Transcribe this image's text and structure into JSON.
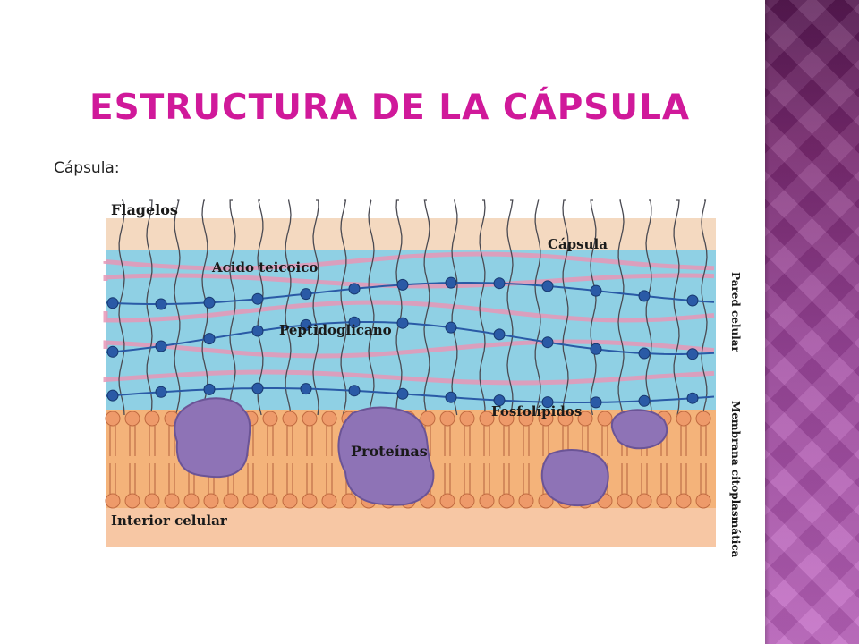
{
  "slide": {
    "title": "ESTRUCTURA DE LA CÁPSULA",
    "subtitle": "Cápsula:"
  },
  "diagram": {
    "labels": {
      "flagelos": "Flagelos",
      "capsula": "Cápsula",
      "acido_teicoico": "Acido teicoico",
      "peptidoglicano": "Peptidoglicano",
      "fosfolipidos": "Fosfolípidos",
      "proteinas": "Proteínas",
      "interior_celular": "Interior celular",
      "pared_celular": "Pared celular",
      "membrana_citoplasmatica": "Membrana citoplasmática"
    },
    "colors": {
      "capsule": "#f4d9c0",
      "wall": "#8fd0e4",
      "membrane": "#f4b37a",
      "interior": "#f7c7a4",
      "protein": "#8e73b6",
      "chain": "#2a5aa6",
      "strand": "#e896b6",
      "title": "#d0199a",
      "side_band": "#8a2f80"
    }
  }
}
